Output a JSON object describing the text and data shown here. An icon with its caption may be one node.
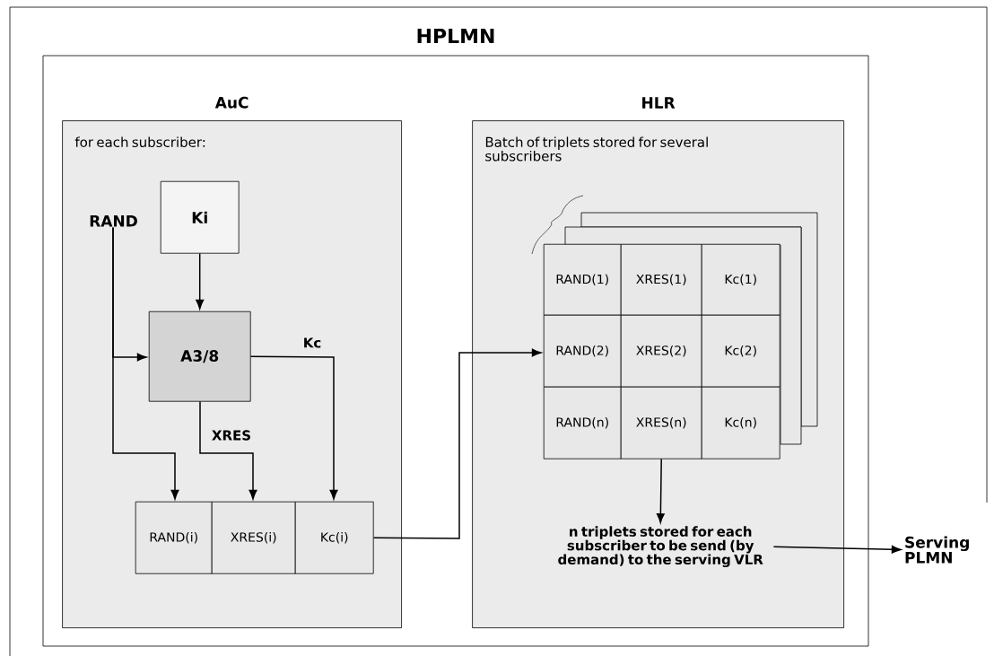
{
  "diagram": {
    "nodes": [
      {
        "text": [
          "HPLMN"
        ]
      },
      {
        "text": [
          "AuC",
          "for each subscriber:"
        ],
        "in": 0
      },
      {
        "text": [
          "HLR",
          "Batch of triplets stored for several subscribers"
        ],
        "in": 0
      },
      {
        "text": [
          "RAND"
        ],
        "in": 1
      },
      {
        "text": [
          "Ki"
        ],
        "in": 1
      },
      {
        "text": [
          "A3/8"
        ],
        "in": 1
      },
      {
        "text": [
          "RAND(i)"
        ],
        "in": 1
      },
      {
        "text": [
          "XRES(i)"
        ],
        "in": 1
      },
      {
        "text": [
          "Kc(i)"
        ],
        "in": 1
      },
      {
        "text": [
          "RAND(1)"
        ],
        "in": 2
      },
      {
        "text": [
          "XRES(1)"
        ],
        "in": 2
      },
      {
        "text": [
          "Kc(1)"
        ],
        "in": 2
      },
      {
        "text": [
          "RAND(2)"
        ],
        "in": 2
      },
      {
        "text": [
          "XRES(2)"
        ],
        "in": 2
      },
      {
        "text": [
          "Kc(2)"
        ],
        "in": 2
      },
      {
        "text": [
          "RAND(n)"
        ],
        "in": 2
      },
      {
        "text": [
          "XRES(n)"
        ],
        "in": 2
      },
      {
        "text": [
          "Kc(n)"
        ],
        "in": 2
      },
      {
        "text": [
          "n triplets stored for each subscriber to be send (by demand) to the serving VLR"
        ],
        "in": 2
      },
      {
        "text": [
          "Serving PLMN"
        ]
      }
    ],
    "edges": [
      {
        "from": 3,
        "to": 5,
        "arrow": "to"
      },
      {
        "from": 3,
        "to": 6,
        "arrow": "to"
      },
      {
        "from": 4,
        "to": 5,
        "arrow": "to"
      },
      {
        "from": 5,
        "to": 7,
        "arrow": "to",
        "label": "XRES"
      },
      {
        "from": 5,
        "to": 8,
        "arrow": "to",
        "label": "Kc"
      },
      {
        "from": 8,
        "to": 12,
        "arrow": "to"
      },
      {
        "from": 16,
        "to": 18,
        "arrow": "to"
      },
      {
        "from": 18,
        "to": 19,
        "arrow": "to"
      }
    ]
  }
}
